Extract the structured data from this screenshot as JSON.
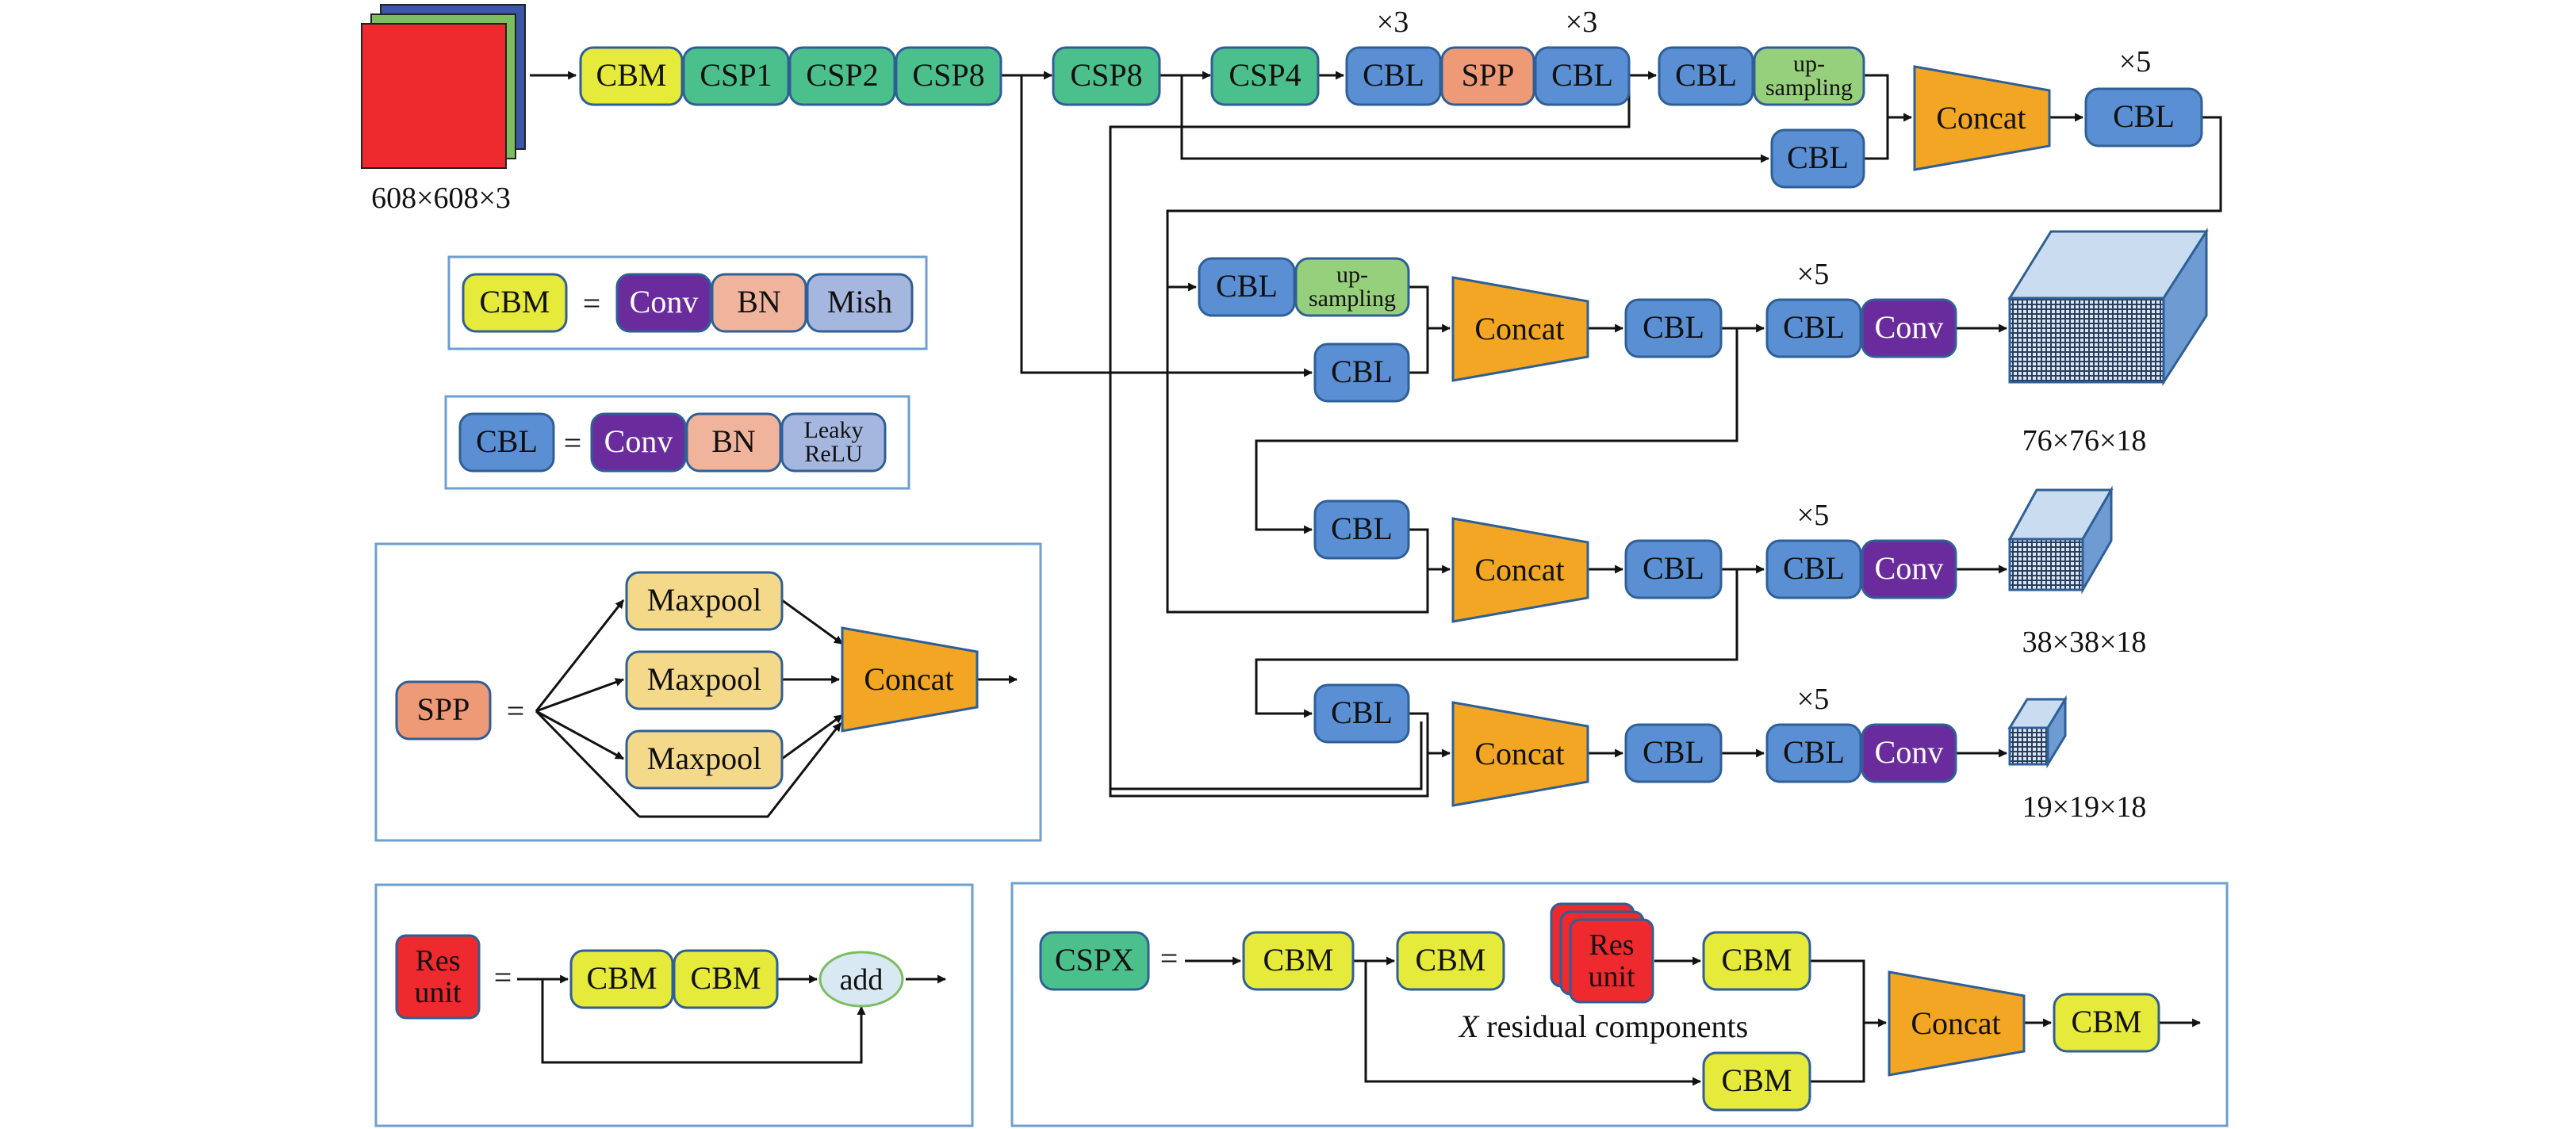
{
  "input": {
    "size_label": "608×608×3"
  },
  "backbone": {
    "cbm": "CBM",
    "csp1": "CSP1",
    "csp2": "CSP2",
    "csp8": "CSP8"
  },
  "neck": {
    "csp8": "CSP8",
    "csp4": "CSP4",
    "cbl_a": "CBL",
    "spp": "SPP",
    "cbl_b": "CBL",
    "times_a": "×3",
    "times_b": "×3",
    "cbl_c": "CBL",
    "up_1": "up-",
    "up_2": "sampling",
    "cbl_side": "CBL",
    "concat": "Concat",
    "times_5": "×5",
    "cbl_out": "CBL"
  },
  "head": {
    "branch76": {
      "cbl_up": "CBL",
      "up_1": "up-",
      "up_2": "sampling",
      "cbl_side": "CBL",
      "concat": "Concat",
      "cbl_mid": "CBL",
      "times": "×5",
      "cbl": "CBL",
      "conv": "Conv",
      "out": "76×76×18"
    },
    "branch38": {
      "cbl_in": "CBL",
      "concat": "Concat",
      "cbl_mid": "CBL",
      "times": "×5",
      "cbl": "CBL",
      "conv": "Conv",
      "out": "38×38×18"
    },
    "branch19": {
      "cbl_in": "CBL",
      "concat": "Concat",
      "cbl_mid": "CBL",
      "times": "×5",
      "cbl": "CBL",
      "conv": "Conv",
      "out": "19×19×18"
    }
  },
  "legend": {
    "cbm": {
      "name": "CBM",
      "eq": "=",
      "conv": "Conv",
      "bn": "BN",
      "act": "Mish"
    },
    "cbl": {
      "name": "CBL",
      "eq": "=",
      "conv": "Conv",
      "bn": "BN",
      "act_1": "Leaky",
      "act_2": "ReLU"
    },
    "spp": {
      "name": "SPP",
      "eq": "=",
      "pool": [
        "Maxpool",
        "Maxpool",
        "Maxpool"
      ],
      "concat": "Concat"
    },
    "res": {
      "name_1": "Res",
      "name_2": "unit",
      "eq": "=",
      "cbm1": "CBM",
      "cbm2": "CBM",
      "add": "add"
    },
    "cspx": {
      "name": "CSPX",
      "eq": "=",
      "cbm1": "CBM",
      "cbm2": "CBM",
      "res_1": "Res",
      "res_2": "unit",
      "cbm3": "CBM",
      "note_x": "X",
      "note_rest": " residual components",
      "cbm_side": "CBM",
      "concat": "Concat",
      "cbm_out": "CBM"
    }
  },
  "colors": {
    "cbm": "#e6ea3b",
    "csp": "#4cc08c",
    "cbl": "#5a8fd4",
    "spp": "#ee9a77",
    "up": "#97d07c",
    "concat": "#f2a623",
    "conv": "#6a2c9c",
    "bn": "#f0b49c",
    "act": "#a6b7df",
    "pool": "#f4d98a",
    "res": "#ee2a2e",
    "add": "#d9e9f3",
    "stroke": "#2f5f96",
    "frame": "#6f9fcf"
  }
}
